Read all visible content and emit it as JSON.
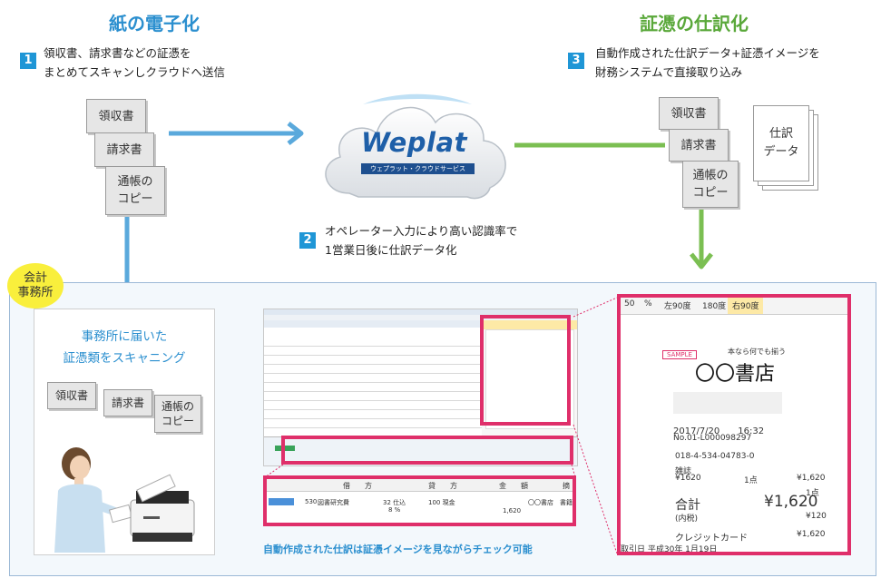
{
  "left_title": "紙の電子化",
  "right_title": "証憑の仕訳化",
  "step1": {
    "num": "1",
    "line1": "領収書、請求書などの証憑を",
    "line2": "まとめてスキャンしクラウドへ送信"
  },
  "step2": {
    "num": "2",
    "line1": "オペレーター入力により高い認識率で",
    "line2": "1営業日後に仕訳データ化"
  },
  "step3": {
    "num": "3",
    "line1": "自動作成された仕訳データ+証憑イメージを",
    "line2": "財務システムで直接取り込み"
  },
  "docs": {
    "receipt": "領収書",
    "invoice": "請求書",
    "passbook_1": "通帳の",
    "passbook_2": "コピー"
  },
  "journal": {
    "line1": "仕訳",
    "line2": "データ"
  },
  "cloud": {
    "logo": "Weplat",
    "tagline": "ウェプラット・クラウドサービス"
  },
  "badge": {
    "line1": "会計",
    "line2": "事務所"
  },
  "office": {
    "line1": "事務所に届いた",
    "line2": "証憑類をスキャニング"
  },
  "caption": "自動作成された仕訳は証憑イメージを見ながらチェック可能",
  "receipt_zoom": {
    "toolbar": [
      "50",
      "%",
      "左90度",
      "180度",
      "右90度"
    ],
    "sample": "SAMPLE",
    "slogan": "本なら何でも揃う",
    "shop": "〇〇書店",
    "datetime": "2017/7/20　　16:32",
    "number": "No.01-L000098297",
    "tax_id": "018-4-534-04783-0",
    "item1": "雑誌",
    "item1_price": "¥1620",
    "item1_qty": "1点",
    "item1_amount": "¥1,620",
    "total_label": "合計",
    "total_count": "1点",
    "total": "¥1,620",
    "tax_label": "(内税)",
    "tax": "¥120",
    "pay_label": "クレジットカード",
    "pay": "¥1,620",
    "footer": "取引日 平成30年 1月19日"
  },
  "journal_zoom": {
    "debit": "借　　方",
    "credit": "貸　　方",
    "amount": "金　　額",
    "summary": "摘",
    "code": "530",
    "account": "図書研究費",
    "tax1": "32 仕込",
    "tax2": "8 %",
    "cash": "100 現金",
    "value": "1,620",
    "memo": "〇〇書店　書籍"
  },
  "colors": {
    "blue": "#2b8fcf",
    "green": "#5aa83a",
    "pink": "#df2f6a",
    "badge": "#f9ef3c"
  }
}
